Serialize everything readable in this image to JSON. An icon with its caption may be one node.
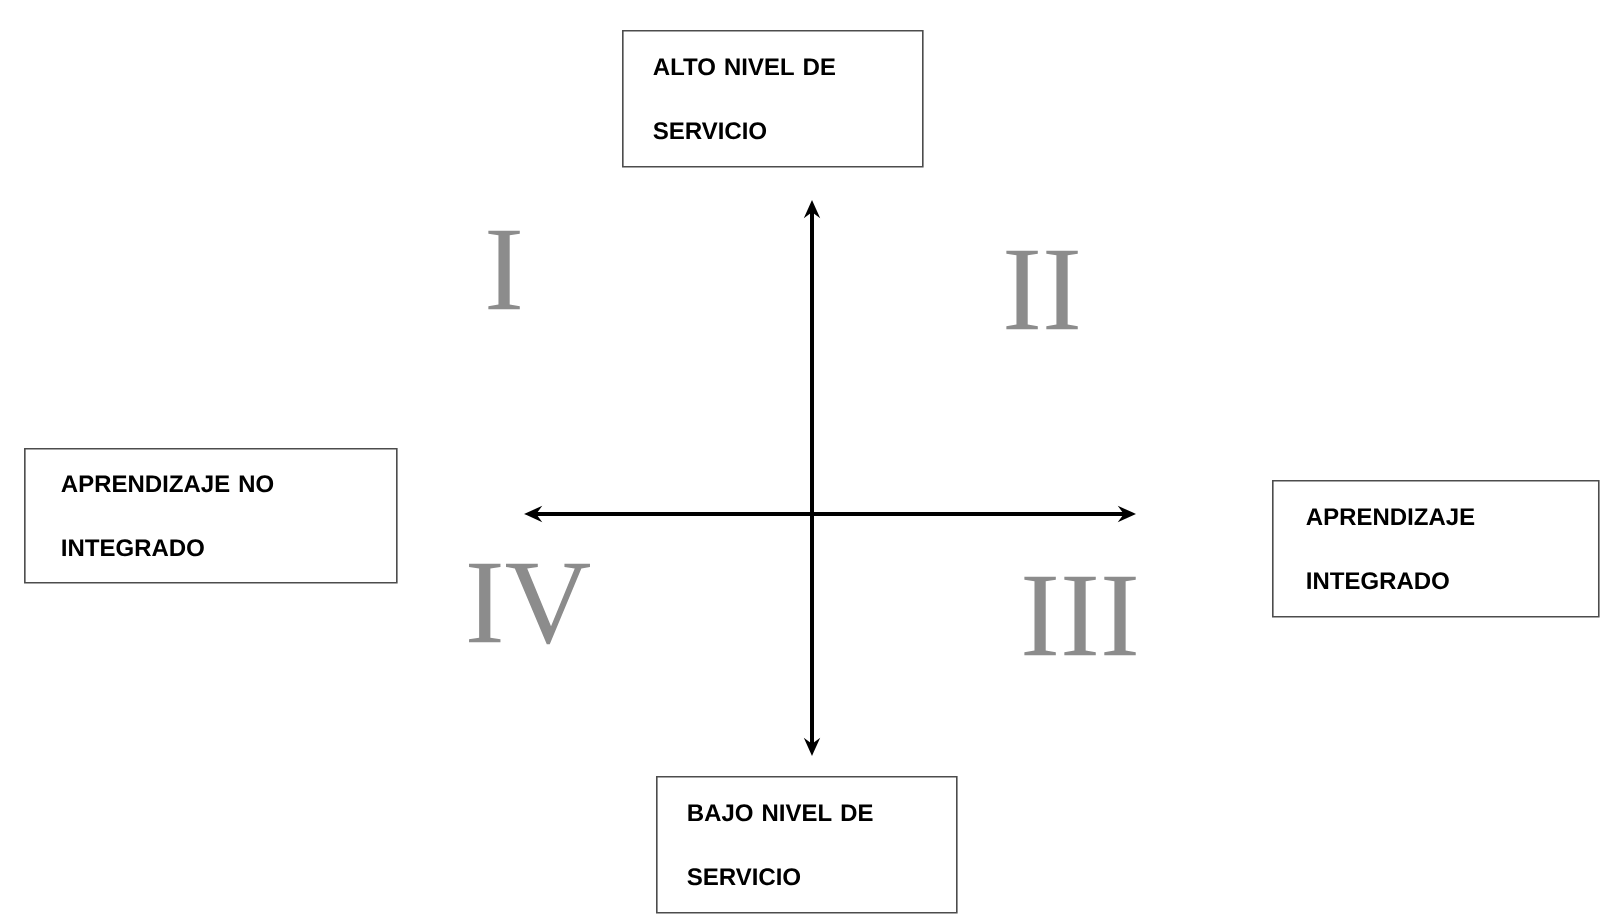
{
  "diagram": {
    "nodes": [
      {
        "text": [
          "ALTO NIVEL DE SERVICIO"
        ]
      },
      {
        "text": [
          "APRENDIZAJE NO INTEGRADO"
        ]
      },
      {
        "text": [
          "APRENDIZAJE INTEGRADO"
        ]
      },
      {
        "text": [
          "BAJO NIVEL DE SERVICIO"
        ]
      }
    ],
    "labels": [
      "I",
      "II",
      "IV",
      "III"
    ]
  }
}
